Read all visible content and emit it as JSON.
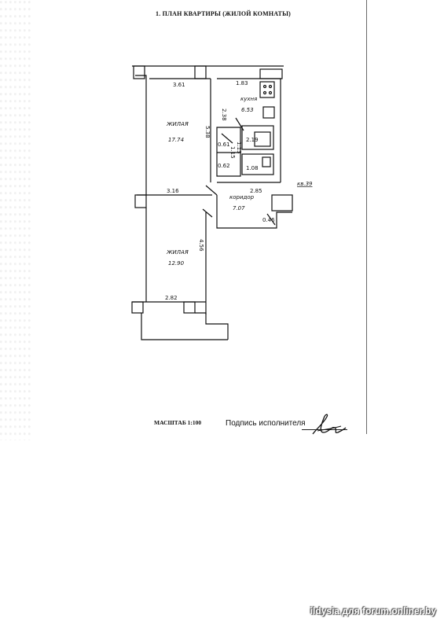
{
  "document": {
    "title": "1. ПЛАН КВАРТИРЫ (ЖИЛОЙ КОМНАТЫ)",
    "scale": "МАСШТАБ 1:100",
    "signature_label": "Подпись исполнителя"
  },
  "plan": {
    "rooms": [
      {
        "name": "ЖИЛАЯ",
        "area": "17.74"
      },
      {
        "name": "кухня",
        "area": "6.53"
      },
      {
        "name": "коридор",
        "area": "7.07"
      },
      {
        "name": "ЖИЛАЯ",
        "area": "12.90"
      }
    ],
    "small_areas": [
      "0.61",
      "0.62",
      "2.19",
      "1.08",
      "0.46"
    ],
    "dimensions": [
      "3.61",
      "1.83",
      "2.38",
      "5.38",
      "1.15",
      "1.13",
      "3.16",
      "2.85",
      "4.56",
      "2.82"
    ],
    "mark": "кв.39"
  },
  "watermark": "ildysia для forum.onliner.by",
  "colors": {
    "ink": "#111111",
    "paper": "#ffffff",
    "margin_line": "#6a6a6a"
  }
}
